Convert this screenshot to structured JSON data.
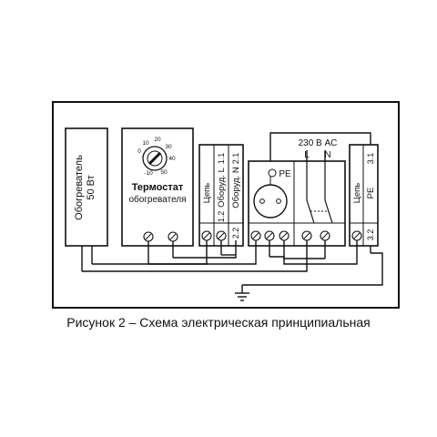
{
  "heater": {
    "label_line1": "Обогреватель",
    "label_line2": "50 Вт"
  },
  "thermostat": {
    "title_line1": "Термостат",
    "title_line2": "обогревателя",
    "dial_scale": [
      "0",
      "10",
      "20",
      "30",
      "40",
      "50",
      "-10"
    ]
  },
  "terminal_block_left": {
    "labels": [
      "Цепь",
      "Оборуд. L",
      "Оборуд. N"
    ],
    "top_numbers": [
      "1.1",
      "2.1"
    ],
    "bottom_numbers": [
      "1.2",
      "2.2"
    ]
  },
  "socket": {
    "pe_label": "PE"
  },
  "supply": {
    "voltage_label": "230 В AC",
    "l_label": "L",
    "n_label": "N"
  },
  "terminal_block_right": {
    "labels": [
      "Цепь",
      "PE"
    ],
    "top_number": "3.1",
    "bottom_number": "3.2"
  },
  "caption": "Рисунок 2 – Схема электрическая принципиальная"
}
